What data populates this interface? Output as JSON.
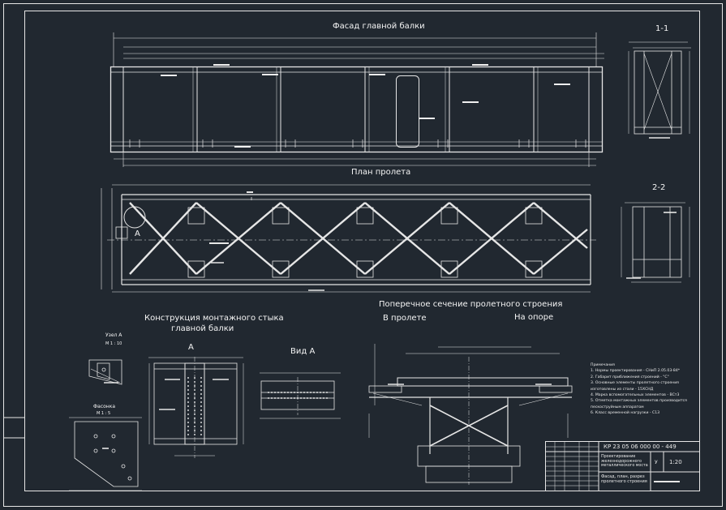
{
  "titles": {
    "facade": "Фасад главной балки",
    "plan": "План пролета",
    "section_1": "1-1",
    "section_2": "2-2",
    "joint_line1": "Конструкция монтажного стыка",
    "joint_line2": "главной балки",
    "view_a": "Вид А",
    "mark_a_plan": "А",
    "mark_a_joint": "А",
    "cross_section": "Поперечное сечение пролетного строения",
    "in_span": "В пролете",
    "on_support": "На опоре",
    "node_a": "Узел А",
    "node_a_scale": "М 1 : 10",
    "fasonka": "Фасонка",
    "fasonka_scale": "М 1 : 5"
  },
  "notes": {
    "heading": "Примечания",
    "items": [
      "1. Нормы проектирования - СНиП 2.05.03-84*",
      "2. Габарит приближения строений - \"С\"",
      "3. Основные элементы пролетного строения",
      "   изготовлены из стали - 15ХСНД",
      "4. Марка вспомогательных элементов - ВСт3",
      "5. Отметка монтажных элементов производится",
      "   пескоструйным аппаратом",
      "6. Класс временной нагрузки - С13"
    ]
  },
  "title_block": {
    "code": "КР 23 05 06 000 00 - 449",
    "project_line1": "Проектирование",
    "project_line2": "железнодорожного",
    "project_line3": "металлического моста",
    "sheet_line1": "Фасад, план, разрез",
    "sheet_line2": "пролетного строения",
    "stage": "У",
    "scale": "1:20"
  },
  "colors": {
    "background": "#212830",
    "lines": "#e8e8e8",
    "dim": "#c8c8c8"
  }
}
